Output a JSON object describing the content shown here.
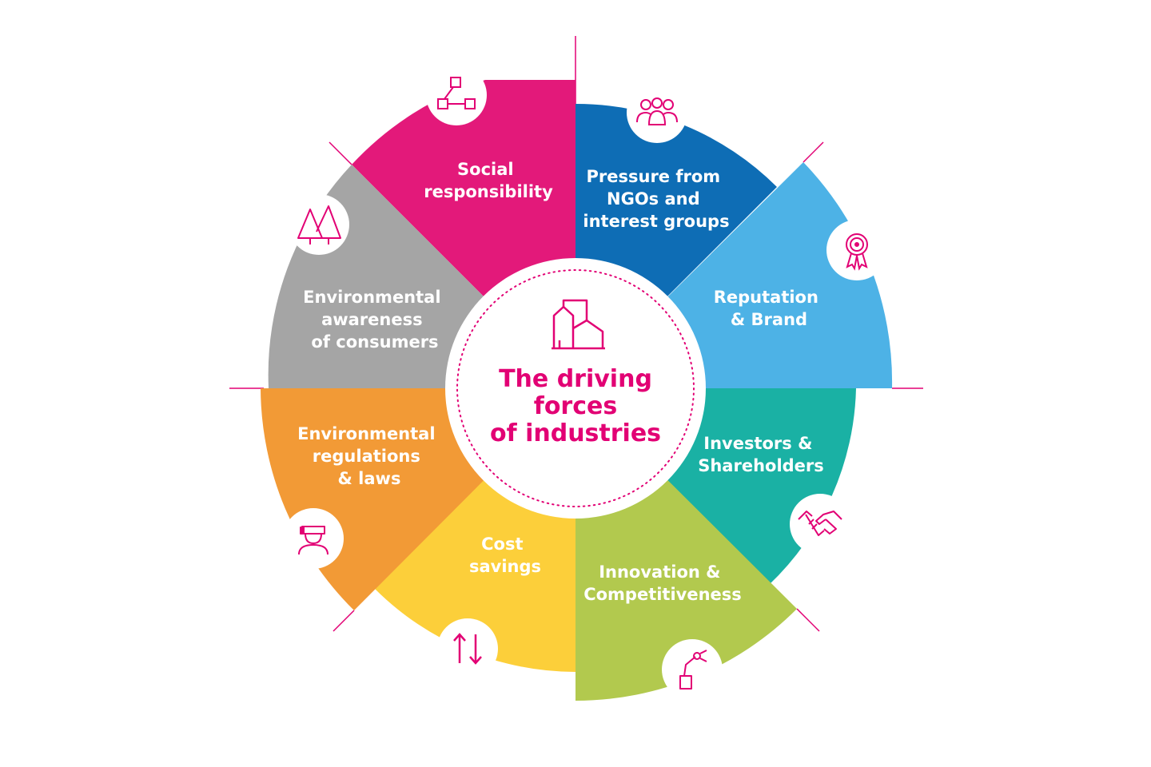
{
  "diagram": {
    "center_title": [
      "The driving",
      "forces",
      "of industries"
    ],
    "accent_color": "#e20074",
    "segments": [
      {
        "key": "social",
        "label": [
          "Social",
          "responsibility"
        ],
        "color": "#e3197a",
        "icon": "network-icon"
      },
      {
        "key": "ngo",
        "label": [
          "Pressure from",
          "NGOs and",
          "interest groups"
        ],
        "color": "#0e6db5",
        "icon": "people-group-icon"
      },
      {
        "key": "reputation",
        "label": [
          "Reputation",
          "& Brand"
        ],
        "color": "#4db2e6",
        "icon": "award-rosette-icon"
      },
      {
        "key": "investors",
        "label": [
          "Investors &",
          "Shareholders"
        ],
        "color": "#1ab1a4",
        "icon": "handshake-icon"
      },
      {
        "key": "innovation",
        "label": [
          "Innovation &",
          "Competitiveness"
        ],
        "color": "#b2c94e",
        "icon": "robot-arm-icon"
      },
      {
        "key": "cost",
        "label": [
          "Cost",
          "savings"
        ],
        "color": "#fccf3a",
        "icon": "up-down-arrows-icon"
      },
      {
        "key": "regulations",
        "label": [
          "Environmental",
          "regulations",
          "& laws"
        ],
        "color": "#f29a36",
        "icon": "judge-icon"
      },
      {
        "key": "awareness",
        "label": [
          "Environmental",
          "awareness",
          "of consumers"
        ],
        "color": "#a5a5a5",
        "icon": "trees-icon"
      }
    ]
  }
}
